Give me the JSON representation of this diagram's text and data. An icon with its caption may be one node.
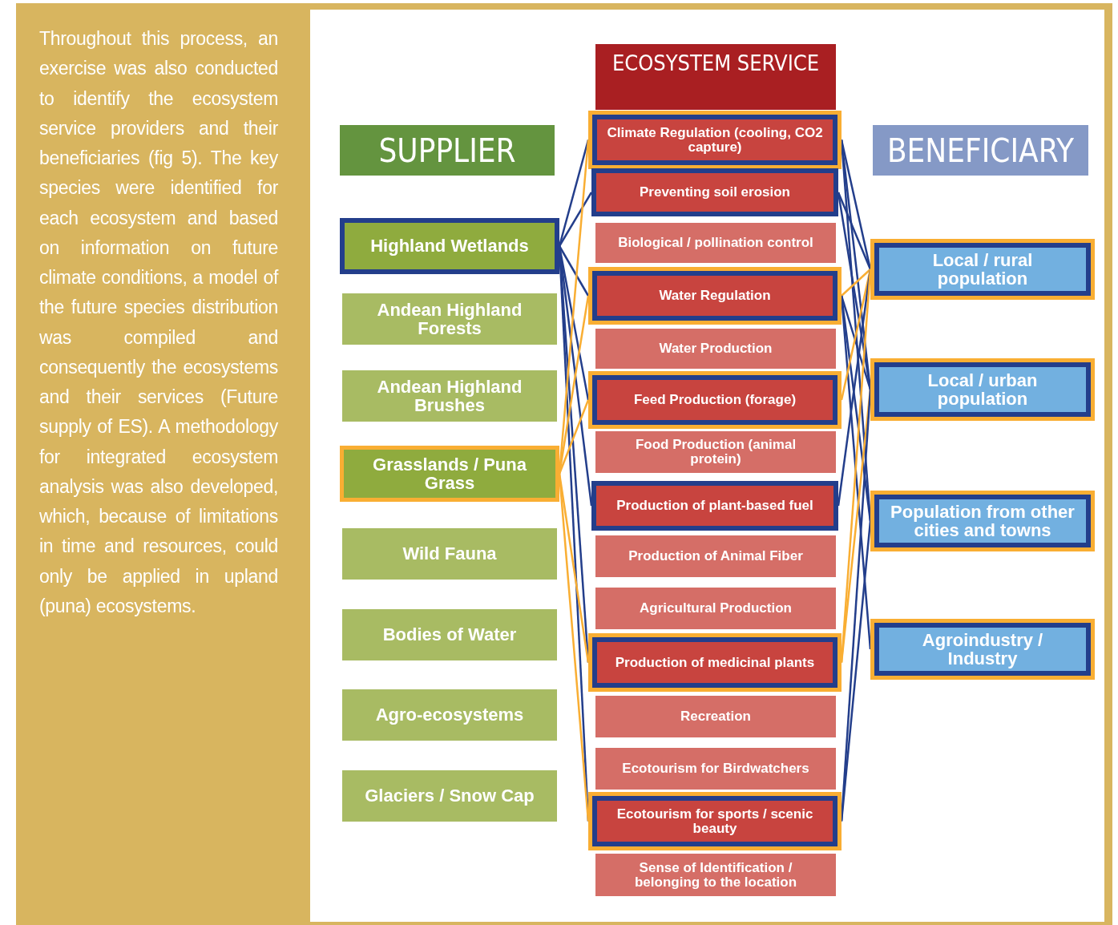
{
  "diagram": {
    "nodes": [
      {
        "text": [
          "SUPPLIER"
        ]
      },
      {
        "text": [
          "Highland Wetlands"
        ]
      },
      {
        "text": [
          "Andean Highland Forests"
        ]
      },
      {
        "text": [
          "Andean Highland Brushes"
        ]
      },
      {
        "text": [
          "Grasslands / Puna Grass"
        ]
      },
      {
        "text": [
          "Wild Fauna"
        ]
      },
      {
        "text": [
          "Bodies of Water"
        ]
      },
      {
        "text": [
          "Agro-ecosystems"
        ]
      },
      {
        "text": [
          "Glaciers / Snow Cap"
        ]
      },
      {
        "text": [
          "ECOSYSTEM SERVICE"
        ]
      },
      {
        "text": [
          "Climate Regulation (cooling, CO2 capture)"
        ]
      },
      {
        "text": [
          "Preventing soil erosion"
        ]
      },
      {
        "text": [
          "Biological / pollination control"
        ]
      },
      {
        "text": [
          "Water Regulation"
        ]
      },
      {
        "text": [
          "Water Production"
        ]
      },
      {
        "text": [
          "Feed Production (forage)"
        ]
      },
      {
        "text": [
          "Food Production (animal protein)"
        ]
      },
      {
        "text": [
          "Production of plant-based fuel"
        ]
      },
      {
        "text": [
          "Production of Animal Fiber"
        ]
      },
      {
        "text": [
          "Agricultural Production"
        ]
      },
      {
        "text": [
          "Production of medicinal plants"
        ]
      },
      {
        "text": [
          "Recreation"
        ]
      },
      {
        "text": [
          "Ecotourism for Birdwatchers"
        ]
      },
      {
        "text": [
          "Ecotourism for sports / scenic beauty"
        ]
      },
      {
        "text": [
          "Sense of Identification / belonging to the location"
        ]
      },
      {
        "text": [
          "BENEFICIARY"
        ]
      },
      {
        "text": [
          "Local / rural population"
        ]
      },
      {
        "text": [
          "Local / urban population"
        ]
      },
      {
        "text": [
          "Population from other cities and towns"
        ]
      },
      {
        "text": [
          "Agroindustry / Industry"
        ]
      }
    ],
    "edges": [
      {
        "from": 1,
        "to": 10,
        "arrow": "none",
        "color": "#233e8b"
      },
      {
        "from": 1,
        "to": 11,
        "arrow": "none",
        "color": "#233e8b"
      },
      {
        "from": 1,
        "to": 13,
        "arrow": "none",
        "color": "#233e8b"
      },
      {
        "from": 1,
        "to": 15,
        "arrow": "none",
        "color": "#233e8b"
      },
      {
        "from": 1,
        "to": 17,
        "arrow": "none",
        "color": "#233e8b"
      },
      {
        "from": 1,
        "to": 20,
        "arrow": "none",
        "color": "#233e8b"
      },
      {
        "from": 1,
        "to": 23,
        "arrow": "none",
        "color": "#233e8b"
      },
      {
        "from": 4,
        "to": 10,
        "arrow": "none",
        "color": "#f9ae33"
      },
      {
        "from": 4,
        "to": 13,
        "arrow": "none",
        "color": "#f9ae33"
      },
      {
        "from": 4,
        "to": 15,
        "arrow": "none",
        "color": "#f9ae33"
      },
      {
        "from": 4,
        "to": 20,
        "arrow": "none",
        "color": "#f9ae33"
      },
      {
        "from": 4,
        "to": 23,
        "arrow": "none",
        "color": "#f9ae33"
      },
      {
        "from": 10,
        "to": 26,
        "arrow": "none",
        "color": "#233e8b"
      },
      {
        "from": 10,
        "to": 27,
        "arrow": "none",
        "color": "#233e8b"
      },
      {
        "from": 10,
        "to": 28,
        "arrow": "none",
        "color": "#233e8b"
      },
      {
        "from": 11,
        "to": 26,
        "arrow": "none",
        "color": "#233e8b"
      },
      {
        "from": 11,
        "to": 27,
        "arrow": "none",
        "color": "#233e8b"
      },
      {
        "from": 13,
        "to": 26,
        "arrow": "none",
        "color": "#f9ae33"
      },
      {
        "from": 13,
        "to": 27,
        "arrow": "none",
        "color": "#233e8b"
      },
      {
        "from": 13,
        "to": 28,
        "arrow": "none",
        "color": "#233e8b"
      },
      {
        "from": 13,
        "to": 29,
        "arrow": "none",
        "color": "#233e8b"
      },
      {
        "from": 15,
        "to": 26,
        "arrow": "none",
        "color": "#f9ae33"
      },
      {
        "from": 17,
        "to": 26,
        "arrow": "none",
        "color": "#233e8b"
      },
      {
        "from": 20,
        "to": 26,
        "arrow": "none",
        "color": "#f9ae33"
      },
      {
        "from": 20,
        "to": 27,
        "arrow": "none",
        "color": "#f9ae33"
      },
      {
        "from": 23,
        "to": 27,
        "arrow": "none",
        "color": "#233e8b"
      },
      {
        "from": 23,
        "to": 28,
        "arrow": "none",
        "color": "#233e8b"
      }
    ],
    "labels": [
      "Throughout this process, an exercise was also conducted to identify the ecosystem service providers and their beneficiaries (fig 5). The key species were identified for each ecosystem and based on information on future climate conditions, a model of the future species distribution was compiled and consequently the ecosystems and their services (Future supply of ES). A methodology for integrated ecosystem analysis was also developed, which, because of limitations in time and resources, could only be applied in upland (puna) ecosystems."
    ]
  }
}
